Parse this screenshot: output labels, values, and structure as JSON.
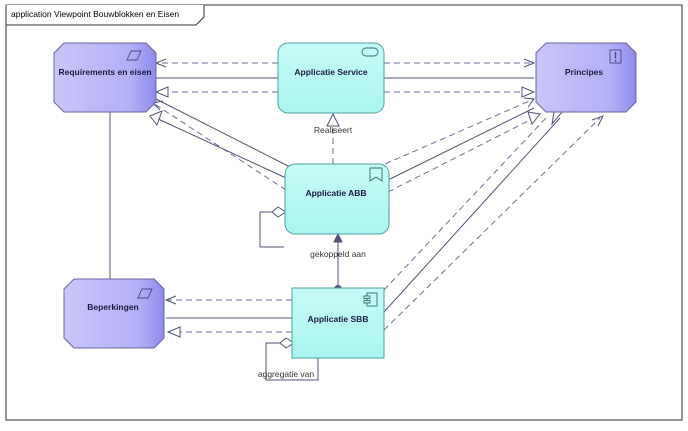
{
  "diagram": {
    "frame_title": "application Viewpoint Bouwblokken en Eisen",
    "nodes": {
      "requirements": {
        "label": "Requirements en eisen",
        "icon": "requirement-parallelogram-icon"
      },
      "service": {
        "label": "Applicatie Service",
        "icon": "service-pill-icon"
      },
      "principes": {
        "label": "Principes",
        "icon": "principle-exclamation-icon"
      },
      "abb": {
        "label": "Applicatie ABB",
        "icon": "bookmark-icon"
      },
      "beperkingen": {
        "label": "Beperkingen",
        "icon": "constraint-parallelogram-icon"
      },
      "sbb": {
        "label": "Applicatie SBB",
        "icon": "component-icon"
      }
    },
    "edge_labels": {
      "realiseert": "Realiseert",
      "gekoppeld": "gekoppeld aan",
      "aggregatie": "aggregatie van"
    },
    "colors": {
      "motivation_fill": "#b4b0f4",
      "motivation_fill_dark": "#8f8aec",
      "application_fill": "#b8faf6",
      "application_border": "#4aa3a0",
      "motivation_border": "#6a6699",
      "line": "#505478",
      "dash": "#6a6f9a"
    }
  }
}
